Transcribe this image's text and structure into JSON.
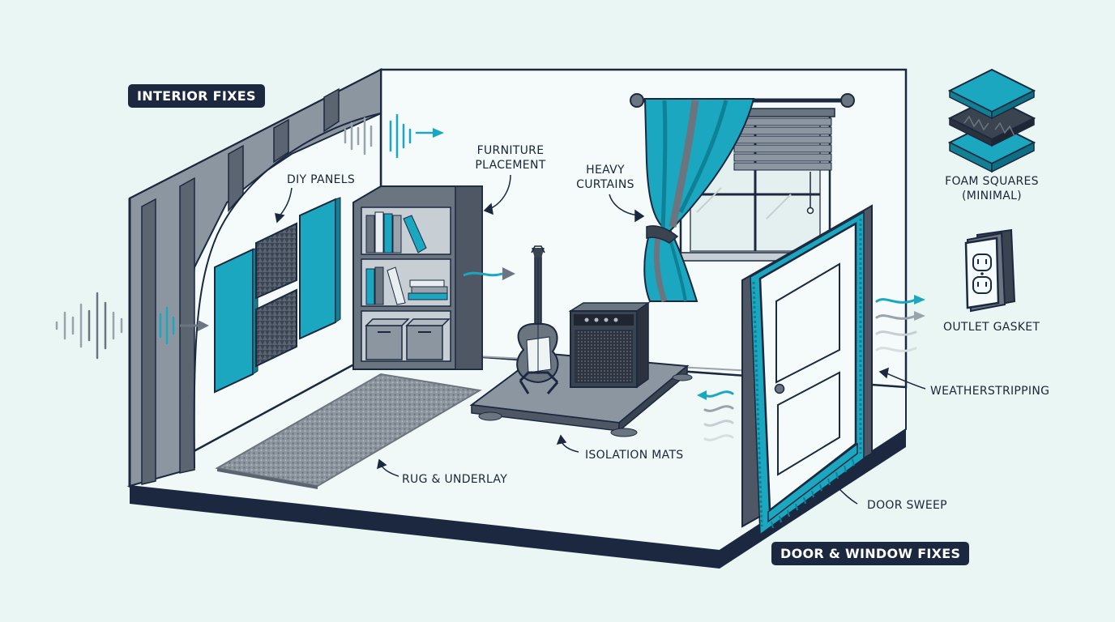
{
  "section_tags": {
    "interior": "INTERIOR FIXES",
    "door_window": "DOOR & WINDOW FIXES"
  },
  "labels": {
    "diy_panels": "DIY PANELS",
    "furniture_placement": [
      "FURNITURE",
      "PLACEMENT"
    ],
    "heavy_curtains": [
      "HEAVY",
      "CURTAINS"
    ],
    "foam_squares": [
      "FOAM SQUARES",
      "(MINIMAL)"
    ],
    "outlet_gasket": "OUTLET GASKET",
    "weatherstripping": "WEATHERSTRIPPING",
    "isolation_mats": "ISOLATION MATS",
    "rug_underlay": "RUG & UNDERLAY",
    "door_sweep": "DOOR SWEEP"
  },
  "colors": {
    "background": "#eaf6f4",
    "outline": "#1b2840",
    "accent_teal": "#1aa7bf",
    "slate_gray": "#6b7580",
    "light_gray": "#9aa3ab",
    "wall_fill": "#f4fbfa"
  },
  "icons": [
    "sound-wave-icon",
    "arrow-right-icon",
    "foam-square-icon",
    "outlet-icon"
  ]
}
